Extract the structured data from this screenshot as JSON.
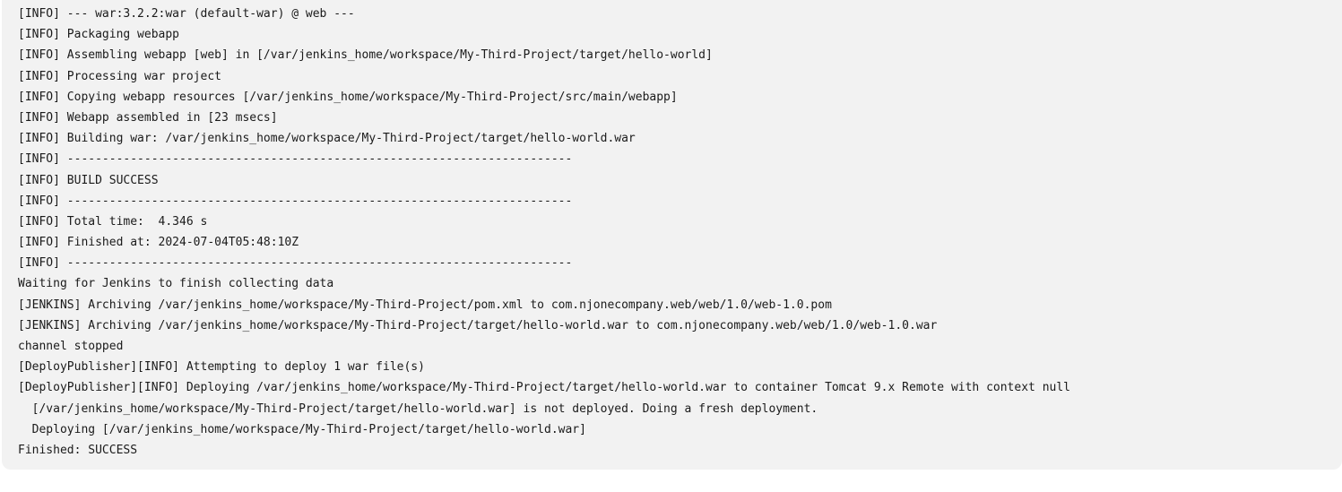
{
  "console": {
    "lines": [
      "[INFO] --- war:3.2.2:war (default-war) @ web ---",
      "[INFO] Packaging webapp",
      "[INFO] Assembling webapp [web] in [/var/jenkins_home/workspace/My-Third-Project/target/hello-world]",
      "[INFO] Processing war project",
      "[INFO] Copying webapp resources [/var/jenkins_home/workspace/My-Third-Project/src/main/webapp]",
      "[INFO] Webapp assembled in [23 msecs]",
      "[INFO] Building war: /var/jenkins_home/workspace/My-Third-Project/target/hello-world.war",
      "[INFO] ------------------------------------------------------------------------",
      "[INFO] BUILD SUCCESS",
      "[INFO] ------------------------------------------------------------------------",
      "[INFO] Total time:  4.346 s",
      "[INFO] Finished at: 2024-07-04T05:48:10Z",
      "[INFO] ------------------------------------------------------------------------",
      "Waiting for Jenkins to finish collecting data",
      "[JENKINS] Archiving /var/jenkins_home/workspace/My-Third-Project/pom.xml to com.njonecompany.web/web/1.0/web-1.0.pom",
      "[JENKINS] Archiving /var/jenkins_home/workspace/My-Third-Project/target/hello-world.war to com.njonecompany.web/web/1.0/web-1.0.war",
      "channel stopped",
      "[DeployPublisher][INFO] Attempting to deploy 1 war file(s)",
      "[DeployPublisher][INFO] Deploying /var/jenkins_home/workspace/My-Third-Project/target/hello-world.war to container Tomcat 9.x Remote with context null",
      "  [/var/jenkins_home/workspace/My-Third-Project/target/hello-world.war] is not deployed. Doing a fresh deployment.",
      "  Deploying [/var/jenkins_home/workspace/My-Third-Project/target/hello-world.war]",
      "Finished: SUCCESS"
    ]
  }
}
